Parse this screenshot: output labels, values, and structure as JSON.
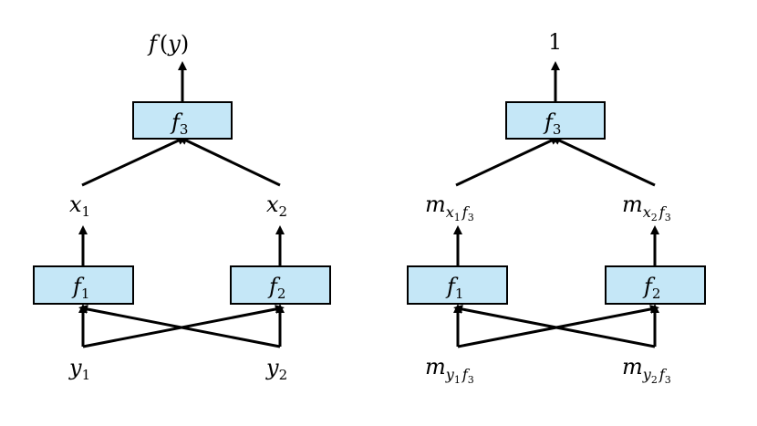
{
  "left_graph": {
    "top_output": {
      "main": "f",
      "rest": "(",
      "arg": "y",
      "close": ")"
    },
    "f3": {
      "main": "f",
      "sub": "3"
    },
    "f1": {
      "main": "f",
      "sub": "1"
    },
    "f2": {
      "main": "f",
      "sub": "2"
    },
    "x1": {
      "main": "x",
      "sub": "1"
    },
    "x2": {
      "main": "x",
      "sub": "2"
    },
    "y1": {
      "main": "y",
      "sub": "1"
    },
    "y2": {
      "main": "y",
      "sub": "2"
    }
  },
  "right_graph": {
    "top_output": "1",
    "f3": {
      "main": "f",
      "sub": "3"
    },
    "f1": {
      "main": "f",
      "sub": "1"
    },
    "f2": {
      "main": "f",
      "sub": "2"
    },
    "m_x1f3": {
      "main": "m",
      "s1": "x",
      "s1sub": "1",
      "s2": "f",
      "s2sub": "3"
    },
    "m_x2f3": {
      "main": "m",
      "s1": "x",
      "s1sub": "2",
      "s2": "f",
      "s2sub": "3"
    },
    "m_y1f3": {
      "main": "m",
      "s1": "y",
      "s1sub": "1",
      "s2": "f",
      "s2sub": "3"
    },
    "m_y2f3": {
      "main": "m",
      "s1": "y",
      "s1sub": "2",
      "s2": "f",
      "s2sub": "3"
    }
  },
  "colors": {
    "factor_fill": "#c5e7f7",
    "stroke": "#000000"
  }
}
